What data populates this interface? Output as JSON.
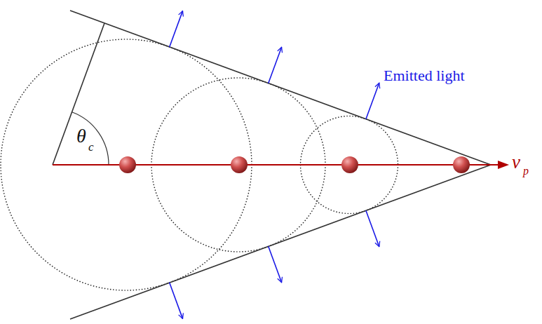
{
  "diagram": {
    "labels": [
      "θ",
      "c",
      "Emitted light",
      "v",
      "p"
    ]
  }
}
